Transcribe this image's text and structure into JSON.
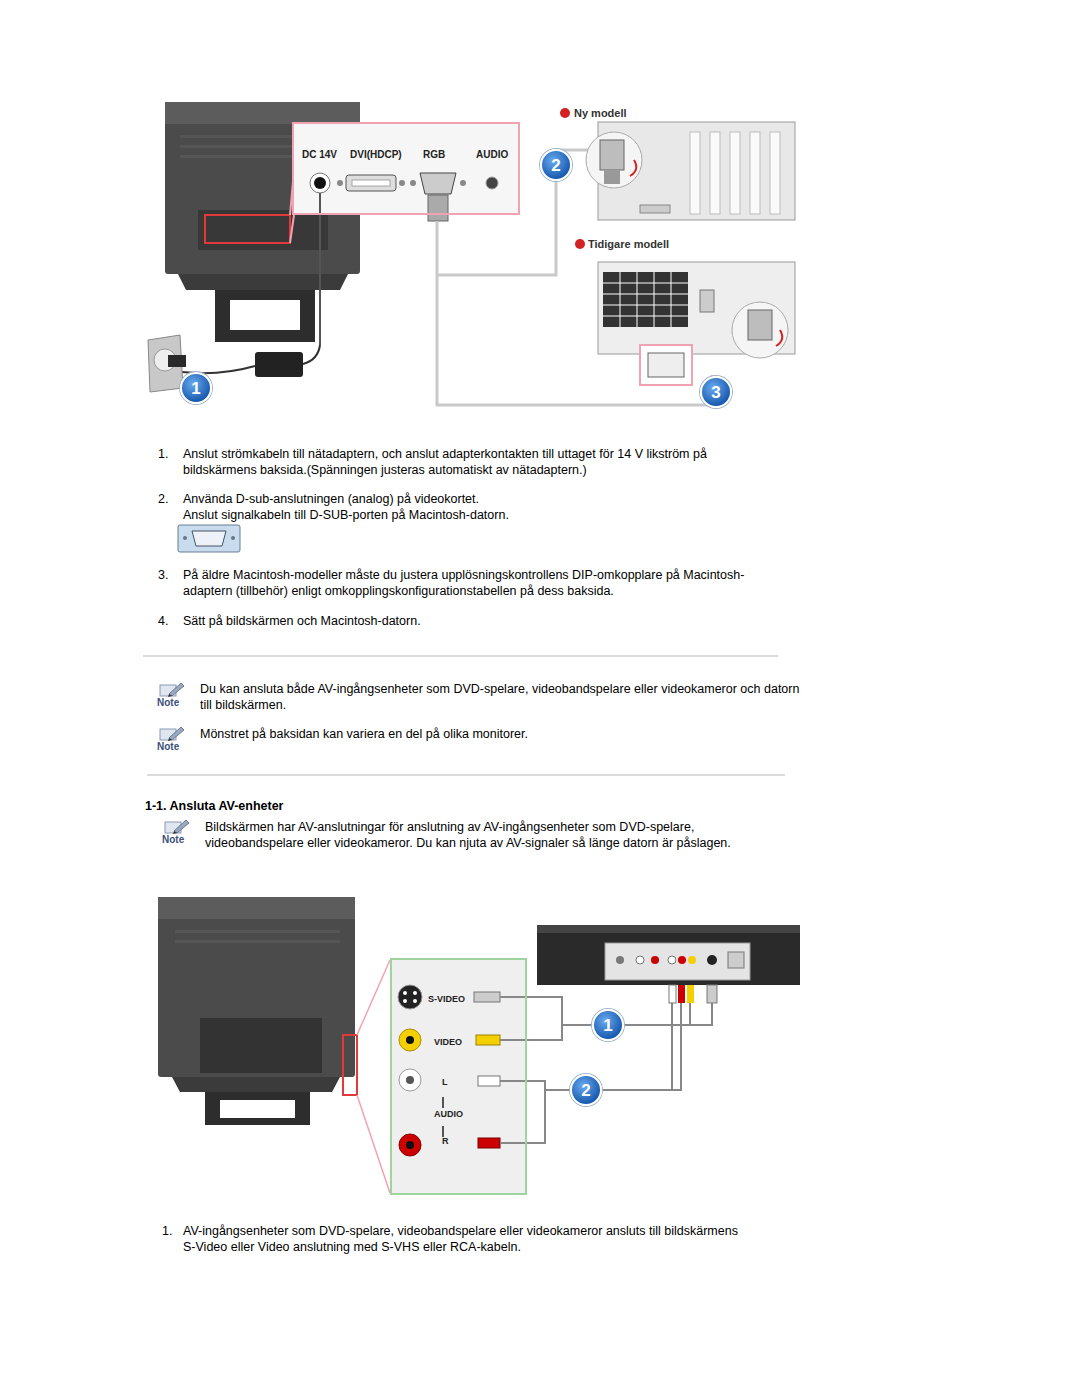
{
  "diagram": {
    "nodes": [
      {
        "text": [
          "DC 14V",
          "DVI(HDCP)",
          "RGB",
          "AUDIO"
        ]
      },
      {
        "text": [
          "2"
        ]
      },
      {
        "text": [
          "1"
        ]
      },
      {
        "text": [
          "3"
        ]
      },
      {
        "text": [
          "S-VIDEO",
          "VIDEO",
          "L",
          "AUDIO",
          "R"
        ]
      },
      {
        "text": [
          "1"
        ]
      },
      {
        "text": [
          "2"
        ]
      }
    ],
    "labels": [
      "Ny modell",
      "Tidigare modell",
      "1.",
      "Anslut strömkabeln till nätadaptern, och anslut adapterkontakten till uttaget för 14 V likström på bildskärmens baksida.(Spänningen justeras automatiskt av nätadaptern.)",
      "2.",
      "Använda D-sub-anslutningen (analog) på videokortet.",
      "Anslut signalkabeln till D-SUB-porten på Macintosh-datorn.",
      "3.",
      "På äldre Macintosh-modeller måste du justera upplösningskontrollens DIP-omkopplare på Macintosh-adaptern (tillbehör) enligt omkopplingskonfigurationstabellen på dess baksida.",
      "4.",
      "Sätt på bildskärmen och Macintosh-datorn.",
      "Note",
      "Du kan ansluta både AV-ingångsenheter som DVD-spelare, videobandspelare eller videokameror och datorn till bildskärmen.",
      "Note",
      "Mönstret på baksidan kan variera en del på olika monitorer.",
      "1-1. Ansluta AV-enheter",
      "Note",
      "Bildskärmen har AV-anslutningar för anslutning av AV-ingångsenheter som DVD-spelare, videobandspelare eller videokameror. Du kan njuta av AV-signaler så länge datorn är påslagen.",
      "1.",
      "AV-ingångsenheter som DVD-spelare, videobandspelare eller videokameror ansluts till bildskärmens S-Video eller Video anslutning med S-VHS eller RCA-kabeln."
    ]
  }
}
